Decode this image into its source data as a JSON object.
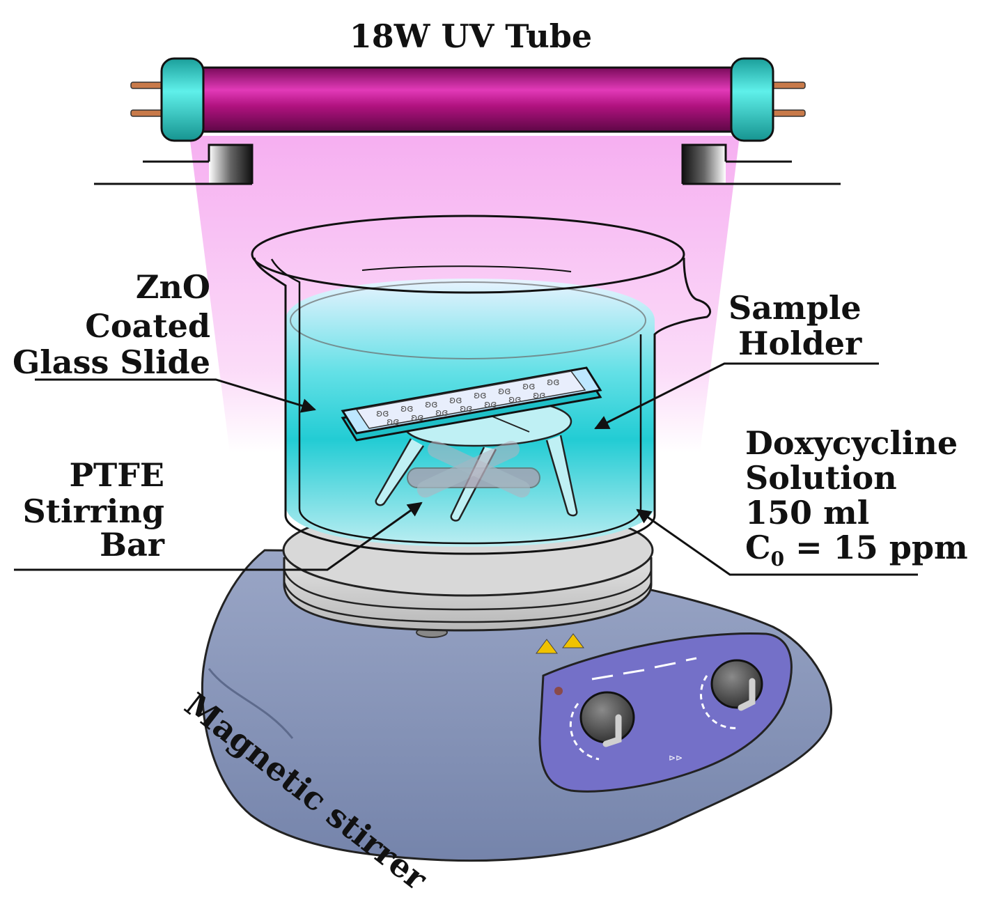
{
  "labels": {
    "uv_tube": "18W UV Tube",
    "zno_line1": "ZnO",
    "zno_line2": "Coated",
    "zno_line3": "Glass Slide",
    "sample_line1": "Sample",
    "sample_line2": "Holder",
    "doxy_line1": "Doxycycline",
    "doxy_line2": "Solution",
    "doxy_line3": "150 ml",
    "doxy_line4_c": "C",
    "doxy_line4_sub": "0",
    "doxy_line4_rest": " = 15 ppm",
    "ptfe_line1": "PTFE",
    "ptfe_line2": "Stirring",
    "ptfe_line3": "Bar",
    "magnetic_stirrer": "Magnetic stirrer"
  },
  "colors": {
    "uv_tube": "#b0127f",
    "uv_glow": "#f7b4f2",
    "end_caps": "#33d6d0",
    "solution": "#2ed3d8",
    "stirrer_body": "#8796b8",
    "control_panel": "#7470c8",
    "knob": "#4a4a4a",
    "indicator": "#f0c200"
  }
}
